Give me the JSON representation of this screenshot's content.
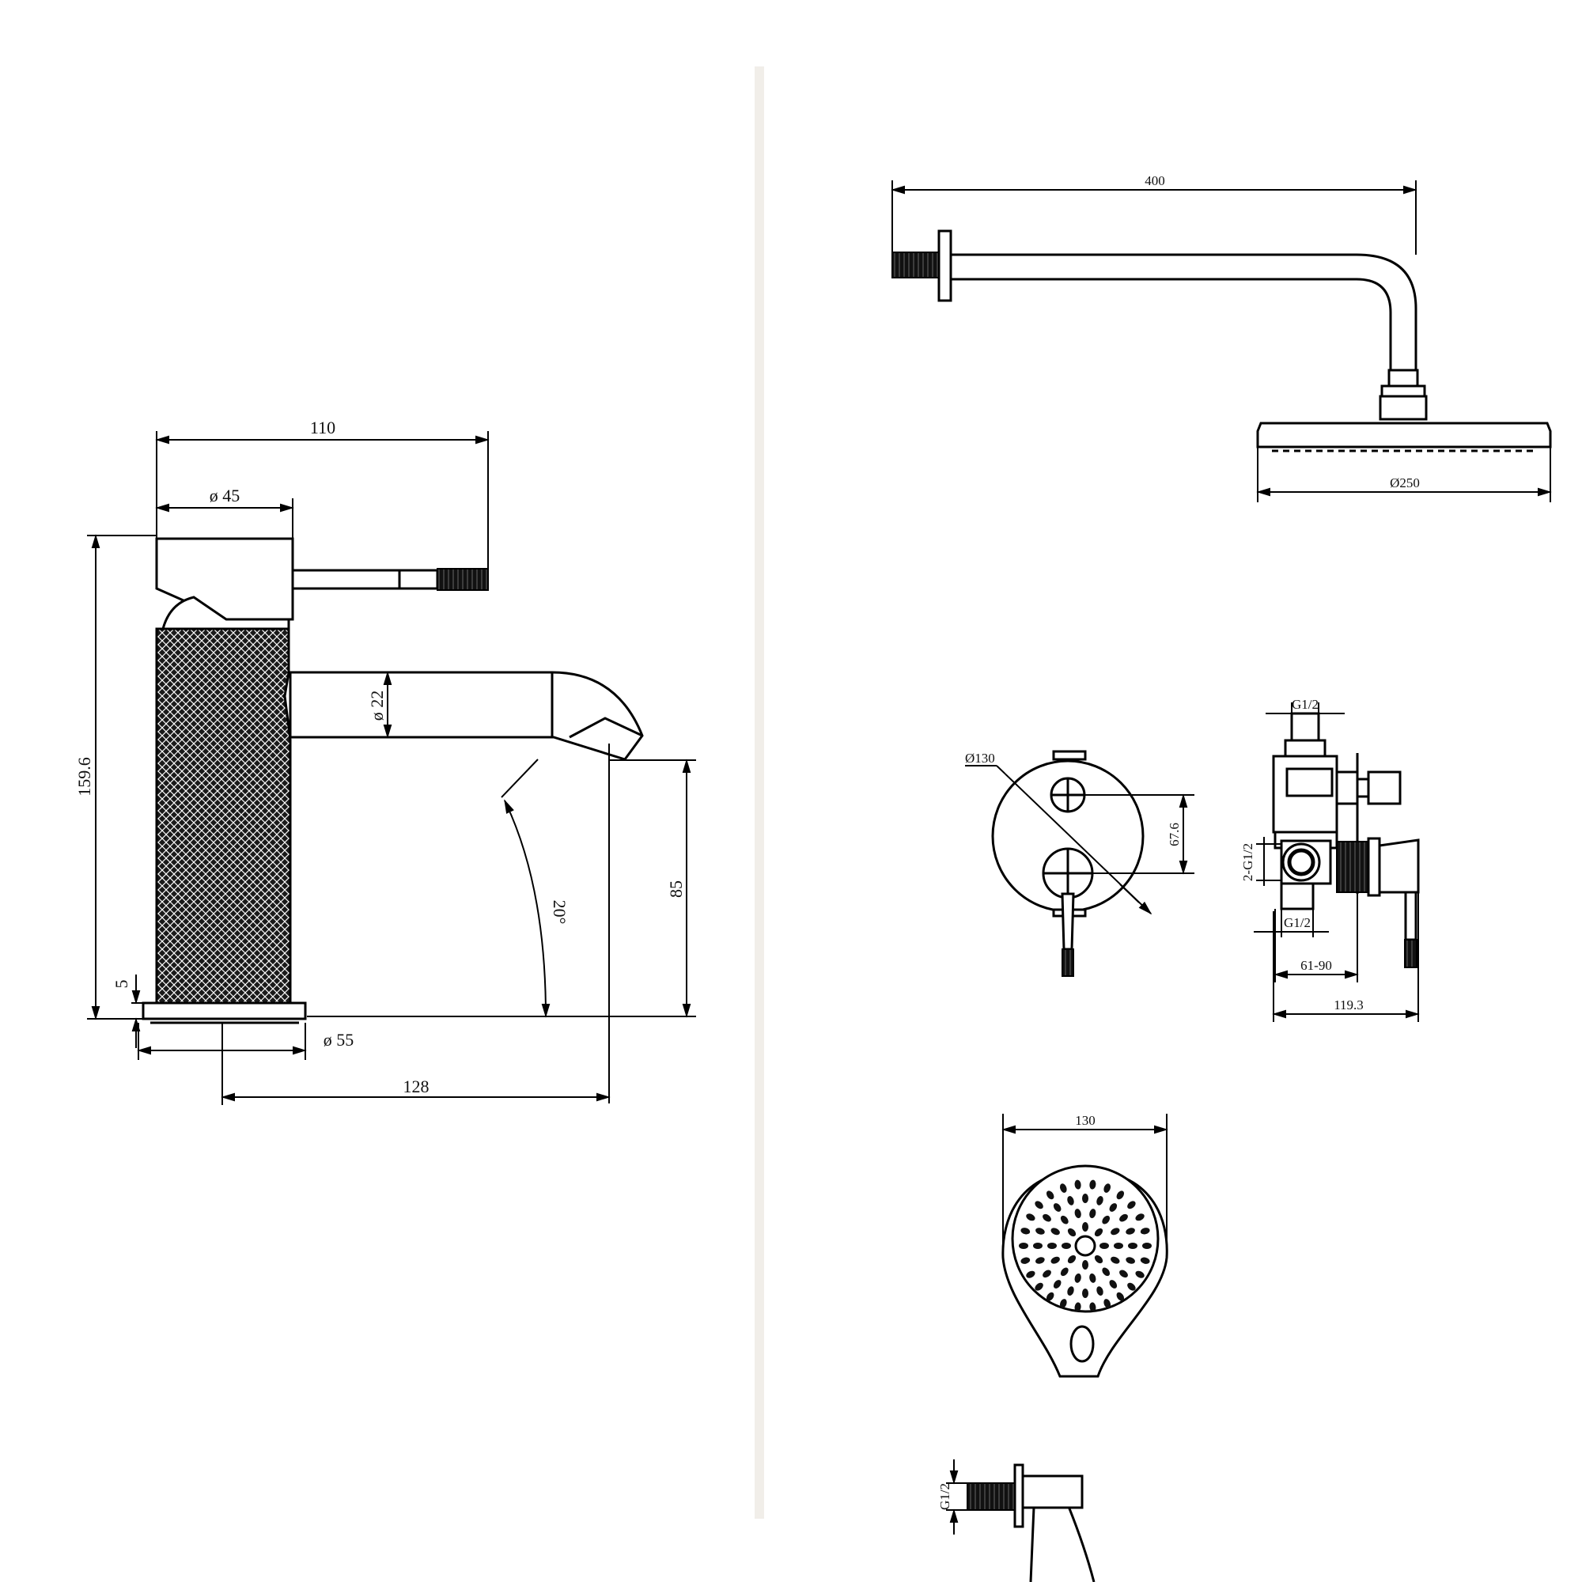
{
  "panels": {
    "basin_mixer": {
      "dims": {
        "overall_length": "110",
        "handle_diameter": "ø 45",
        "height": "159.6",
        "spout_diameter": "ø 22",
        "spout_height": "85",
        "swivel_angle": "20°",
        "base_thickness": "5",
        "base_diameter": "ø 55",
        "reach": "128"
      }
    },
    "shower_arm": {
      "dims": {
        "arm_length": "400",
        "head_diameter": "Ø250"
      }
    },
    "diverter_mixer": {
      "dims": {
        "plate_diameter": "Ø130",
        "valve_spacing": "67.6",
        "top_inlet": "G1/2",
        "side_inlet": "2-G1/2",
        "bottom_inlet": "G1/2",
        "wall_depth": "61-90",
        "overall_depth": "119.3"
      }
    },
    "hand_shower": {
      "dims": {
        "head_width": "130",
        "outlet_thread": "G1/2"
      }
    }
  },
  "colors": {
    "line": "#000000",
    "background": "#ffffff",
    "divider": "#f1eee9"
  }
}
